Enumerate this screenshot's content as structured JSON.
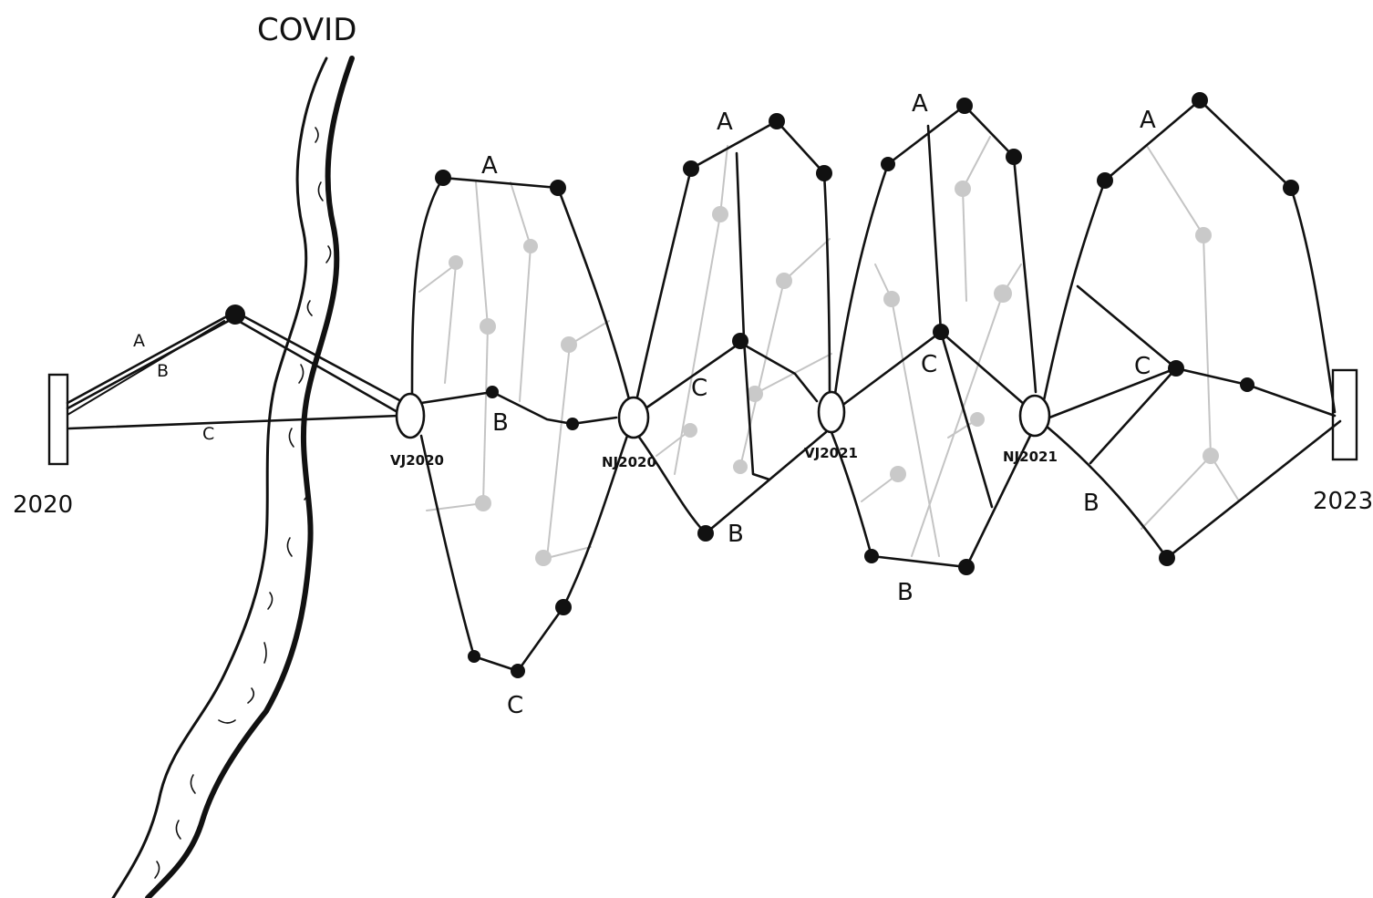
{
  "title": "COVID",
  "start_label": "2020",
  "end_label": "2023",
  "hubs": [
    "VJ2020",
    "NJ2020",
    "VJ2021",
    "NJ2021"
  ],
  "path_labels": {
    "start": [
      "A",
      "B",
      "C"
    ],
    "seg1": [
      "A",
      "B",
      "C"
    ],
    "seg2": [
      "A",
      "C",
      "B"
    ],
    "seg3": [
      "A",
      "C",
      "B"
    ],
    "seg4": [
      "A",
      "C",
      "B"
    ]
  }
}
